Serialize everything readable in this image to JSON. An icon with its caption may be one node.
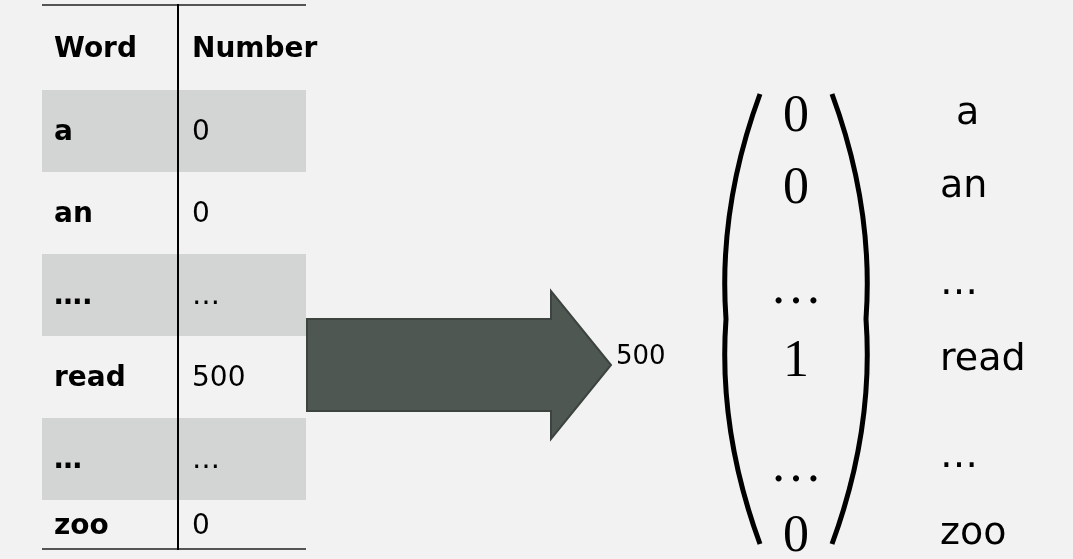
{
  "diagram": {
    "nodes": [
      {
        "text": [
          "Word",
          "Number",
          "a",
          "0",
          "an",
          "0",
          "….",
          "…",
          "read",
          "500",
          "…",
          "…",
          "zoo",
          "0"
        ]
      },
      {
        "text": [
          "500",
          "0",
          "0",
          "…",
          "1",
          "…",
          "0"
        ]
      }
    ],
    "edges": [
      {
        "from": 0,
        "to": 1,
        "arrow": "to",
        "style": "thick"
      }
    ],
    "labels": [
      "a",
      "an",
      "…",
      "read",
      "…",
      "zoo"
    ]
  }
}
